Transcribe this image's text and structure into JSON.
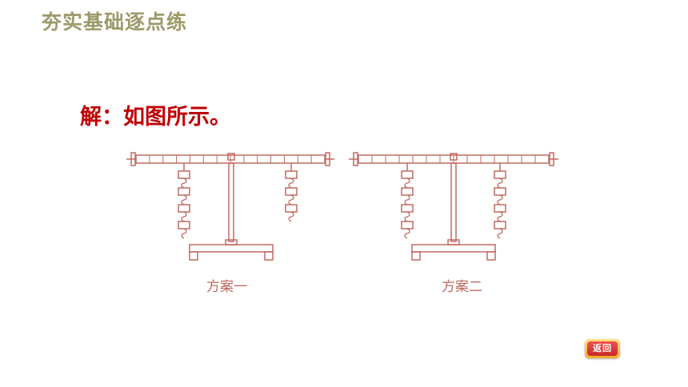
{
  "header": {
    "title": "夯实基础逐点练"
  },
  "answer": {
    "text": "解：如图所示。"
  },
  "diagram": {
    "stroke_color": "#c06a62",
    "plans": [
      {
        "caption": "方案一",
        "left_weights": 4,
        "right_weights": 3
      },
      {
        "caption": "方案二",
        "left_weights": 4,
        "right_weights": 4
      }
    ]
  },
  "nav": {
    "back_label": "返回"
  }
}
